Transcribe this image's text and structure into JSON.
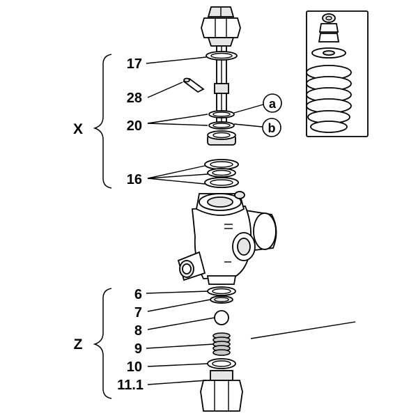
{
  "groups": {
    "x": "X",
    "z": "Z"
  },
  "callouts": {
    "a": "a",
    "b": "b"
  },
  "labels": {
    "p17": "17",
    "p28": "28",
    "p20": "20",
    "p16": "16",
    "p6": "6",
    "p7": "7",
    "p8": "8",
    "p9": "9",
    "p10": "10",
    "p11_1": "11.1"
  }
}
